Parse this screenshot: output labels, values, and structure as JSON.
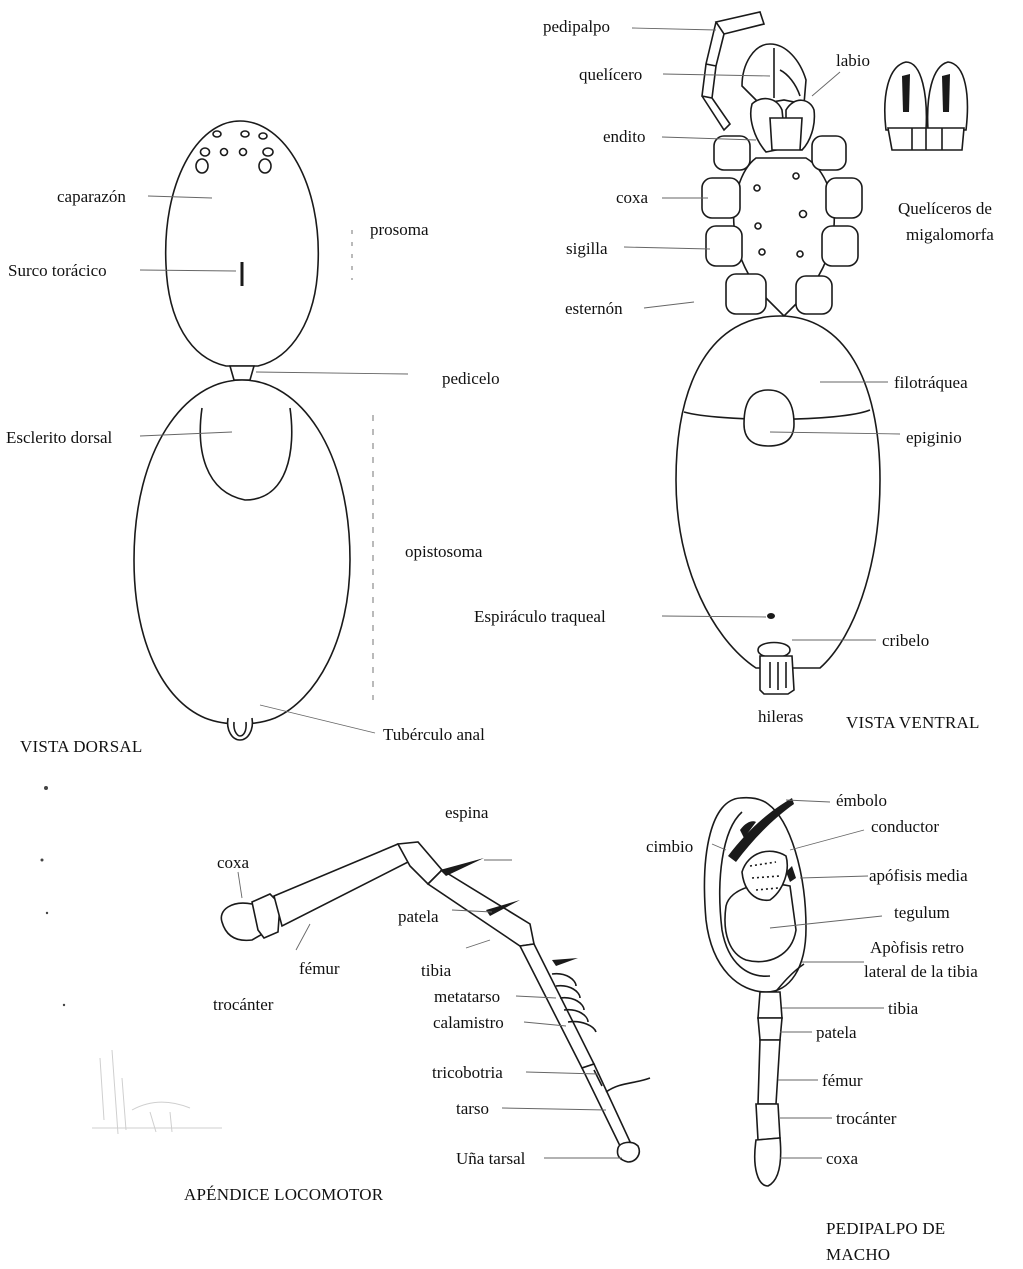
{
  "dorsal": {
    "caption": "VISTA DORSAL",
    "labels": {
      "caparazon": "caparazón",
      "prosoma": "prosoma",
      "surco": "Surco torácico",
      "pedicelo": "pedicelo",
      "esclerito": "Esclerito dorsal",
      "opistosoma": "opistosoma",
      "tuberculo": "Tubérculo anal"
    }
  },
  "ventral": {
    "caption": "VISTA VENTRAL",
    "labels": {
      "pedipalpo": "pedipalpo",
      "quelicero": "quelícero",
      "labio": "labio",
      "endito": "endito",
      "coxa": "coxa",
      "sigilla": "sigilla",
      "esternon": "esternón",
      "filotraquea": "filotráquea",
      "epiginio": "epiginio",
      "espiraculo": "Espiráculo traqueal",
      "cribelo": "cribelo",
      "hileras": "hileras"
    },
    "inset_caption": [
      "Quelíceros de",
      "migalomorfa"
    ]
  },
  "leg": {
    "caption": "APÉNDICE LOCOMOTOR",
    "labels": {
      "espina": "espina",
      "coxa": "coxa",
      "patela": "patela",
      "femur": "fémur",
      "tibia": "tibia",
      "trocanter": "trocánter",
      "metatarso": "metatarso",
      "calamistro": "calamistro",
      "tricobotria": "tricobotria",
      "tarso": "tarso",
      "una": "Uña tarsal"
    }
  },
  "palp": {
    "caption": [
      "PEDIPALPO DE",
      "MACHO"
    ],
    "labels": {
      "embolo": "émbolo",
      "conductor": "conductor",
      "cimbio": "cimbio",
      "apofisis_media": "apófisis media",
      "tegulum": "tegulum",
      "apofisis_retro_1": "Apòfisis retro",
      "apofisis_retro_2": "lateral de la tibia",
      "tibia": "tibia",
      "patela": "patela",
      "femur": "fémur",
      "trocanter": "trocánter",
      "coxa": "coxa"
    }
  }
}
